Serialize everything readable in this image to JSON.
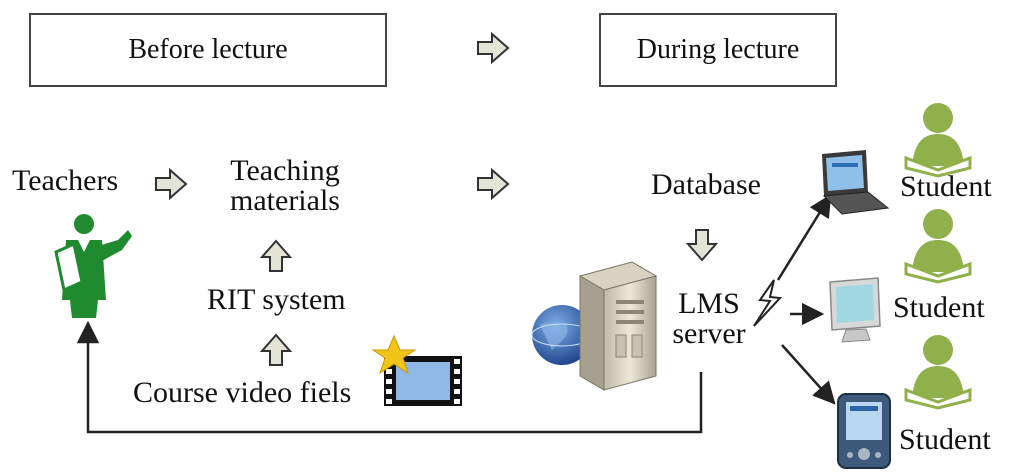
{
  "phases": {
    "before": "Before lecture",
    "during": "During lecture"
  },
  "nodes": {
    "teachers": "Teachers",
    "teaching_materials_line1": "Teaching",
    "teaching_materials_line2": "materials",
    "rit_system": "RIT system",
    "course_video": "Course video fiels",
    "database": "Database",
    "lms_line1": "LMS",
    "lms_line2": "server",
    "student_1": "Student",
    "student_2": "Student",
    "student_3": "Student"
  },
  "icons": {
    "teacher": "teacher-icon",
    "server": "server-icon",
    "globe": "globe-icon",
    "video": "video-film-icon",
    "laptop": "laptop-icon",
    "desktop": "desktop-monitor-icon",
    "pda": "pda-icon",
    "student": "student-icon",
    "lightning": "lightning-icon"
  },
  "colors": {
    "teacher_green": "#1f8a2e",
    "student_green": "#8fb04a",
    "arrow_fill": "#e3e3d6",
    "line": "#222222"
  }
}
